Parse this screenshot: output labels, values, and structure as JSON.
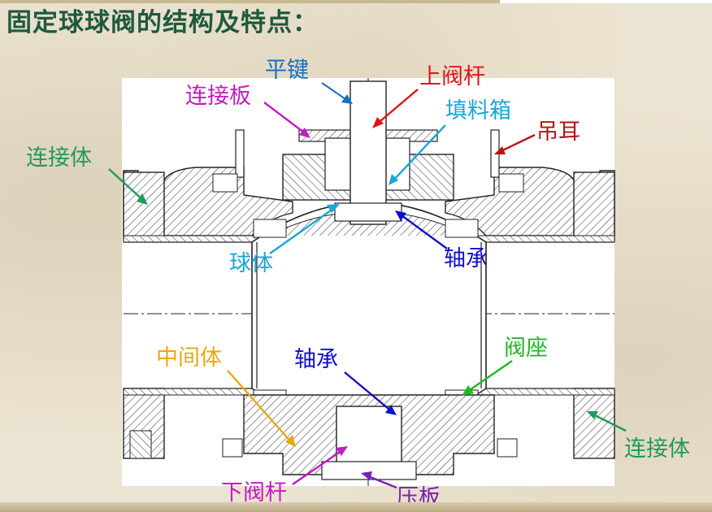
{
  "title": "固定球球阀的结构及特点：",
  "labels": {
    "ping_jian": "平键",
    "shang_fa_gan": "上阀杆",
    "lian_jie_ban": "连接板",
    "tian_liao_xiang": "填料箱",
    "diao_er": "吊耳",
    "lian_jie_ti_left": "连接体",
    "qiu_ti": "球体",
    "zhou_cheng_upper": "轴承",
    "fa_zuo": "阀座",
    "zhong_jian_ti": "中间体",
    "zhou_cheng_lower": "轴承",
    "lian_jie_ti_right": "连接体",
    "xia_fa_gan": "下阀杆",
    "ya_ban": "压板"
  },
  "colors": {
    "title": "#1d5a3c",
    "ping_jian": "#1a6fc0",
    "shang_fa_gan": "#e0151b",
    "lian_jie_ban": "#c21bc2",
    "tian_liao_xiang": "#1aa6d8",
    "diao_er": "#b01818",
    "lian_jie_ti": "#1f9a5a",
    "qiu_ti": "#1aa6d8",
    "zhou_cheng": "#1010c8",
    "fa_zuo": "#22b822",
    "zhong_jian_ti": "#e7a812",
    "xia_fa_gan": "#c21bc2",
    "ya_ban": "#7a1fb0"
  }
}
